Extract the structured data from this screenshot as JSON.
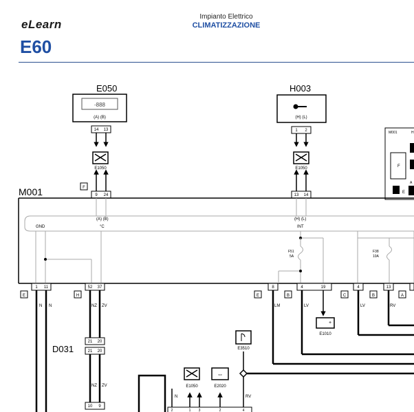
{
  "header": {
    "brand": "eLearn",
    "model": "E60",
    "subtitle": "Impianto Elettrico",
    "title": "CLIMATIZZAZIONE",
    "accent_color": "#1f4fa3"
  },
  "diagram": {
    "components": {
      "e050": "E050",
      "e050_display": "-888",
      "e050_pins": "(A)  (B)",
      "h003": "H003",
      "h003_pins": "(H)  (L)",
      "m001": "M001",
      "d031": "D031",
      "inset_m001": "M001",
      "inset_f": "F",
      "inset_e": "E",
      "inset_h": "H",
      "inset_a": "A"
    },
    "connectors": {
      "e1050": "E1050",
      "e2020": "E2020",
      "e3510": "E3510",
      "e1010": "E1010"
    },
    "fuses": {
      "f51": "F51",
      "f51_rating": "5A",
      "f38": "F38",
      "f38_rating": "10A"
    },
    "internal_labels": {
      "gnd": "GND",
      "deg_c": "°C",
      "int": "INT",
      "pins_ab": "(A)  (B)",
      "pins_hl": "(H)  (L)"
    },
    "connector_letters": {
      "e_left": "E",
      "h": "H",
      "e_right": "E",
      "b1": "B",
      "c": "C",
      "b2": "B",
      "a": "A",
      "f_top": "F"
    },
    "pins": {
      "e050_top": [
        "14",
        "13"
      ],
      "h003_top": [
        "1",
        "2"
      ],
      "m001_left_top": [
        "9",
        "24"
      ],
      "m001_right_top": [
        "13",
        "14"
      ],
      "bottom_1": "1",
      "bottom_11": "11",
      "bottom_52": "52",
      "bottom_37": "37",
      "bottom_8": "8",
      "bottom_4": "4",
      "bottom_19": "19",
      "bottom_4b": "4",
      "bottom_13": "13",
      "d031_top": [
        "21",
        "20"
      ],
      "d031_bottom": [
        "21",
        "20"
      ],
      "lower_pins": [
        "10",
        "9"
      ],
      "conn_bottom": [
        "2",
        "1",
        "3",
        "2",
        "4"
      ]
    },
    "wires": {
      "n1": "N",
      "n2": "N",
      "nz1": "NZ",
      "zv1": "ZV",
      "lm": "LM",
      "lv1": "LV",
      "lv2": "LV",
      "rv1": "RV",
      "nz2": "NZ",
      "zv2": "ZV",
      "n3": "N",
      "rv2": "RV"
    },
    "colors": {
      "line": "#000000",
      "internal": "#a8a8a8"
    }
  }
}
